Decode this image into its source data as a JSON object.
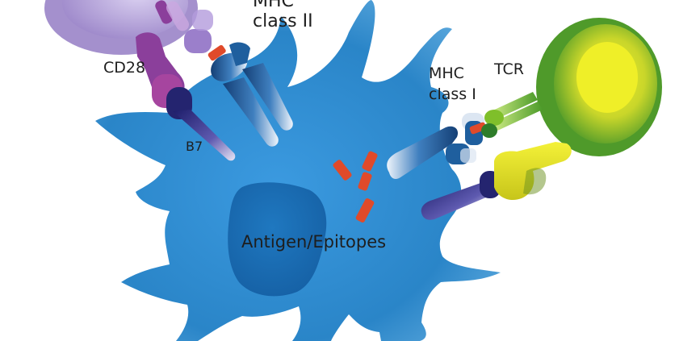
{
  "labels": {
    "mhc_ii_line1": "MHC",
    "mhc_ii_line2": "class II",
    "cd28": "CD28",
    "b7": "B7",
    "mhc_i_line1": "MHC",
    "mhc_i_line2": "class I",
    "tcr": "TCR",
    "antigen": "Antigen/Epitopes"
  },
  "colors": {
    "cell_blue": "#2b86c9",
    "nucleus": "#1b6fb5",
    "peptide": "#e04a2a",
    "purple_cell": "#b7a6d9",
    "purple_receptor": "#8b3f9b",
    "b7_navy": "#2a2a7a",
    "green_cell": "#79b82c",
    "yellow_core": "#e8e61a",
    "mhc_blue": "#1f5f9e"
  }
}
